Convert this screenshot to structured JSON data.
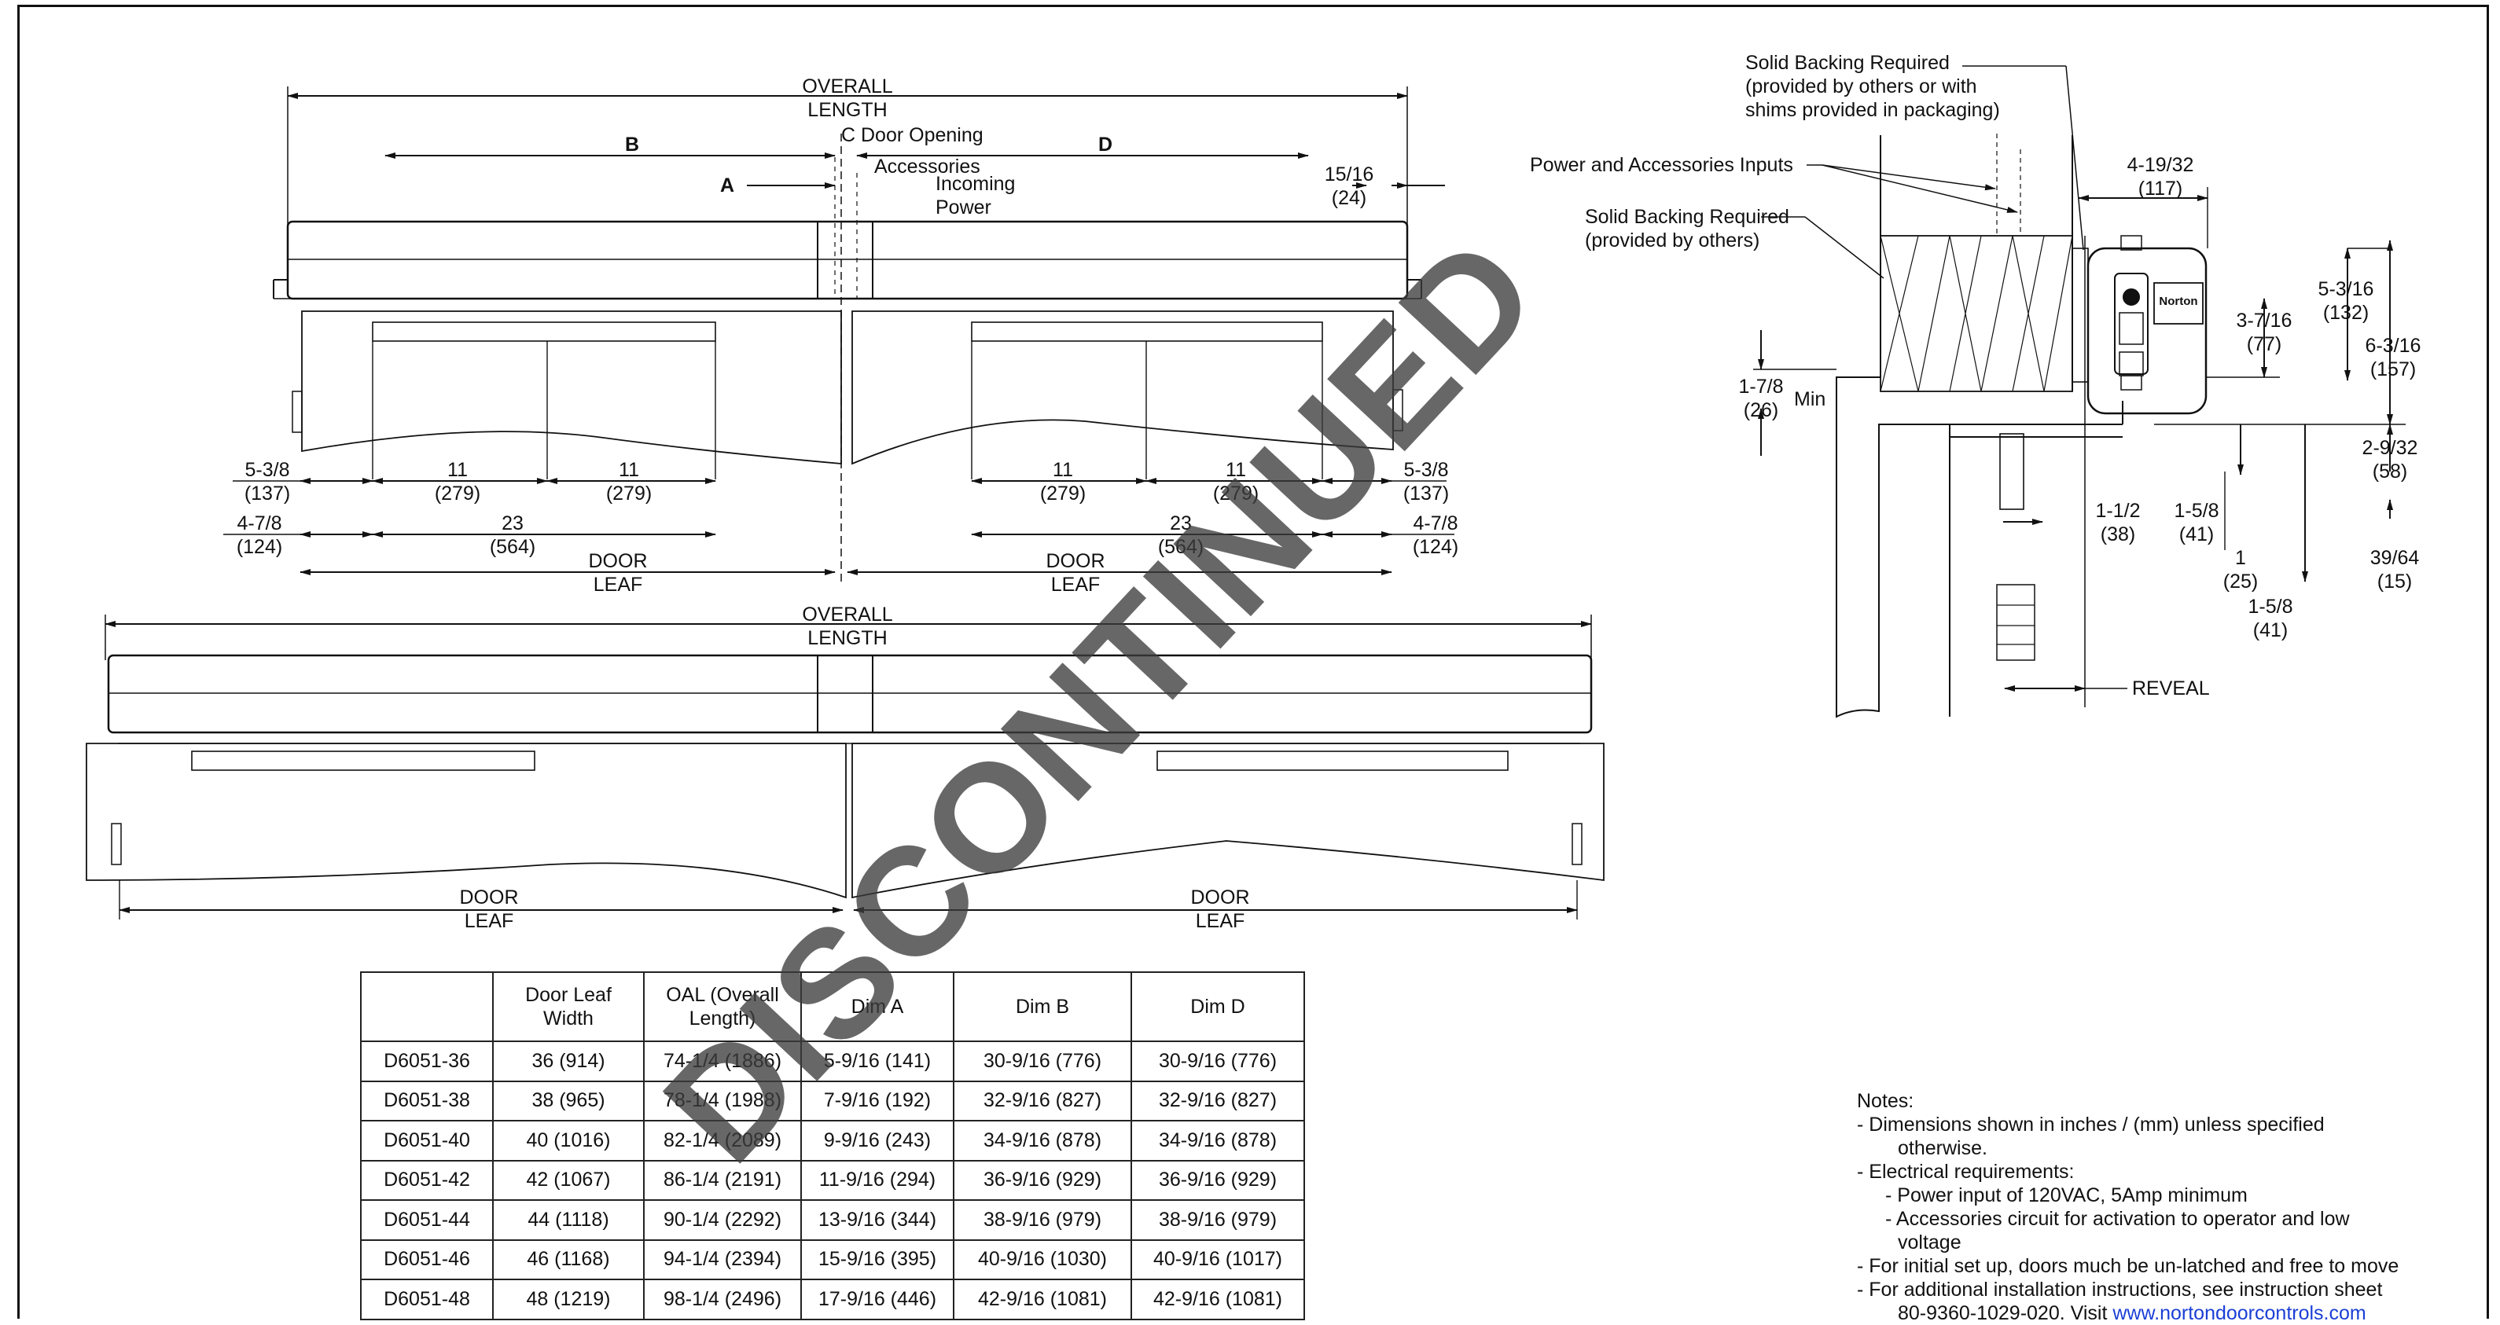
{
  "header": {
    "left_small": "…",
    "center_small": "…",
    "right_small": "…"
  },
  "top_view": {
    "overall_length": [
      "OVERALL",
      "LENGTH"
    ],
    "label_a": "A",
    "label_b": "B",
    "label_d": "D",
    "door_opening": "C Door Opening",
    "accessories": "Accessories",
    "incoming_power": [
      "Incoming",
      "Power"
    ],
    "end_gap": [
      "15/16",
      "(24)"
    ],
    "left_inset": [
      "5-3/8",
      "(137)"
    ],
    "left_inset2": [
      "4-7/8",
      "(124)"
    ],
    "right_inset": [
      "5-3/8",
      "(137)"
    ],
    "right_inset2": [
      "4-7/8",
      "(124)"
    ],
    "arm_spacing": [
      "11",
      "(279)"
    ],
    "arm_span": [
      "23",
      "(564)"
    ],
    "door_leaf": [
      "DOOR",
      "LEAF"
    ]
  },
  "bottom_view": {
    "overall_length": [
      "OVERALL",
      "LENGTH"
    ],
    "door_leaf": [
      "DOOR",
      "LEAF"
    ]
  },
  "side_view": {
    "solid_backing_top": [
      "Solid Backing Required",
      "(provided by others or with",
      "shims provided in packaging)"
    ],
    "power_inputs": "Power and Accessories Inputs",
    "solid_backing_mid": [
      "Solid Backing Required",
      "(provided by others)"
    ],
    "min_label": [
      "1-7/8",
      "(26)",
      "Min"
    ],
    "dim_4_19_32": [
      "4-19/32",
      "(117)"
    ],
    "dim_5_3_16": [
      "5-3/16",
      "(132)"
    ],
    "dim_3_7_16": [
      "3-7/16",
      "(77)"
    ],
    "dim_6_3_16": [
      "6-3/16",
      "(157)"
    ],
    "dim_2_9_32": [
      "2-9/32",
      "(58)"
    ],
    "dim_1_1_2": [
      "1-1/2",
      "(38)"
    ],
    "dim_1_5_8a": [
      "1-5/8",
      "(41)"
    ],
    "dim_1": [
      "1",
      "(25)"
    ],
    "dim_1_5_8b": [
      "1-5/8",
      "(41)"
    ],
    "dim_39_64": [
      "39/64",
      "(15)"
    ],
    "reveal": "REVEAL",
    "brand": "Norton"
  },
  "table": {
    "headers": [
      "",
      "Door Leaf Width",
      "OAL (Overall Length)",
      "Dim A",
      "Dim B",
      "Dim D"
    ],
    "rows": [
      [
        "D6051-36",
        "36 (914)",
        "74-1/4 (1886)",
        "5-9/16 (141)",
        "30-9/16 (776)",
        "30-9/16 (776)"
      ],
      [
        "D6051-38",
        "38 (965)",
        "78-1/4 (1988)",
        "7-9/16 (192)",
        "32-9/16 (827)",
        "32-9/16 (827)"
      ],
      [
        "D6051-40",
        "40 (1016)",
        "82-1/4 (2089)",
        "9-9/16 (243)",
        "34-9/16 (878)",
        "34-9/16 (878)"
      ],
      [
        "D6051-42",
        "42 (1067)",
        "86-1/4 (2191)",
        "11-9/16 (294)",
        "36-9/16 (929)",
        "36-9/16 (929)"
      ],
      [
        "D6051-44",
        "44 (1118)",
        "90-1/4 (2292)",
        "13-9/16 (344)",
        "38-9/16 (979)",
        "38-9/16 (979)"
      ],
      [
        "D6051-46",
        "46 (1168)",
        "94-1/4 (2394)",
        "15-9/16 (395)",
        "40-9/16 (1030)",
        "40-9/16 (1017)"
      ],
      [
        "D6051-48",
        "48 (1219)",
        "98-1/4 (2496)",
        "17-9/16 (446)",
        "42-9/16 (1081)",
        "42-9/16 (1081)"
      ]
    ]
  },
  "notes": {
    "title": "Notes:",
    "n1": "- Dimensions shown in inches / (mm) unless specified",
    "n1b": "otherwise.",
    "n2": "- Electrical requirements:",
    "n2a": "- Power input of 120VAC, 5Amp minimum",
    "n2b": "- Accessories circuit for activation to operator and low",
    "n2c": "voltage",
    "n3": "- For initial set up, doors much be un-latched and free to move",
    "n4": "- For additional installation instructions, see instruction sheet",
    "n4b": "80-9360-1029-020. Visit",
    "n4_link": "www.nortondoorcontrols.com"
  },
  "watermark": "DISCONTINUED"
}
